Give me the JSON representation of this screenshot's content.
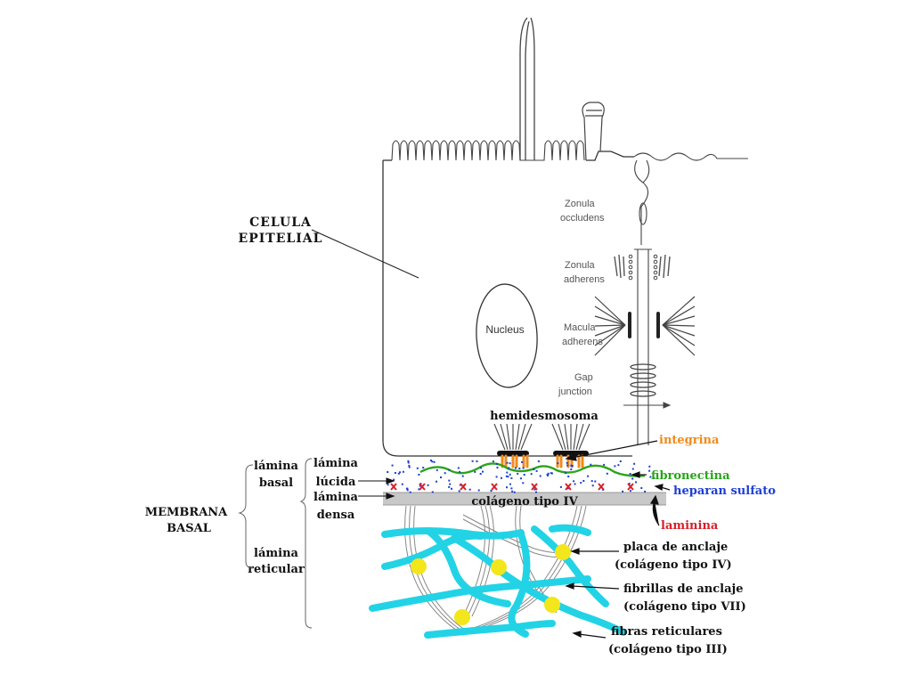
{
  "labels": {
    "celula_line1": "CELULA",
    "celula_line2": "EPITELIAL",
    "zonula_occludens_1": "Zonula",
    "zonula_occludens_2": "occludens",
    "zonula_adherens_1": "Zonula",
    "zonula_adherens_2": "adherens",
    "macula_adherens_1": "Macula",
    "macula_adherens_2": "adherens",
    "gap_1": "Gap",
    "gap_2": "junction",
    "nucleus": "Nucleus",
    "hemidesmosoma": "hemidesmosoma",
    "integrina": "integrina",
    "fibronectina": "fibronectina",
    "heparan_sulfato": "heparan sulfato",
    "laminina": "laminina",
    "colageno_iv": "colágeno tipo IV",
    "membrana_1": "MEMBRANA",
    "membrana_2": "BASAL",
    "lamina_basal_1": "lámina",
    "lamina_basal_2": "basal",
    "lamina_lucida_1": "lámina",
    "lamina_lucida_2": "lúcida",
    "lamina_densa_1": "lámina",
    "lamina_densa_2": "densa",
    "lamina_reticular_1": "lámina",
    "lamina_reticular_2": "reticular",
    "placa_1": "placa de anclaje",
    "placa_2": "(colágeno tipo IV)",
    "fibrillas_1": "fibrillas de anclaje",
    "fibrillas_2": "(colágeno tipo VII)",
    "fibras_1": "fibras reticulares",
    "fibras_2": "(colágeno tipo III)"
  },
  "colors": {
    "integrina": "#f08a1c",
    "fibronectina": "#2aa41a",
    "heparan_sulfato": "#1c3fd6",
    "laminina": "#d6202a",
    "fibras_reticulares": "#22d3e6",
    "placa_anclaje": "#f3e61a",
    "lamina_densa": "#c8c8c8",
    "outline": "#333333"
  }
}
